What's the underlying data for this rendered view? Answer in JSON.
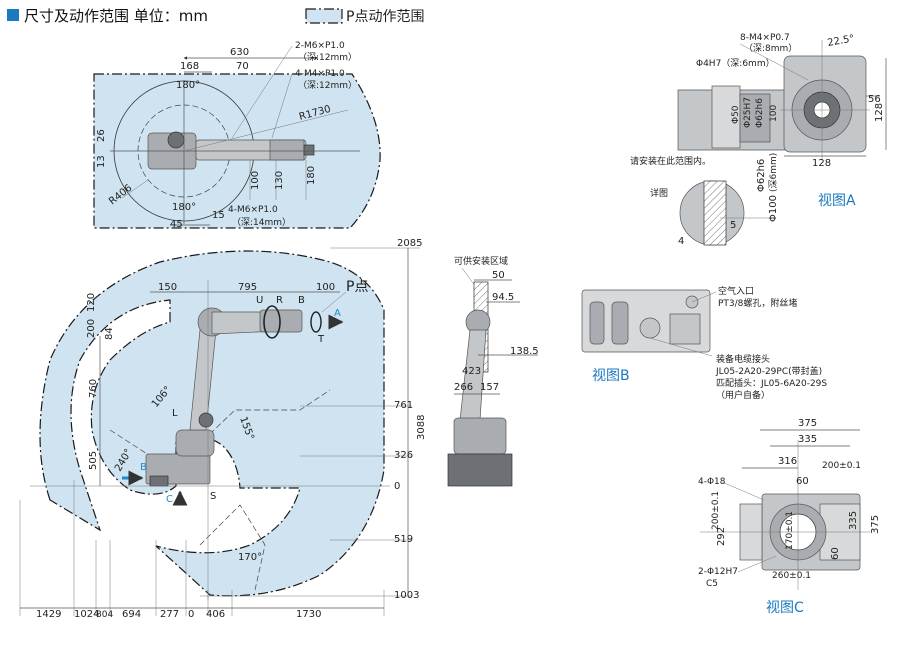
{
  "header": {
    "title": "尺寸及动作范围 单位：mm",
    "legend_label": "P点动作范围",
    "accent_color": "#1a7ac0",
    "zone_color": "#cfe3f1"
  },
  "top_view": {
    "dims": [
      "630",
      "168",
      "70",
      "180°",
      "180°",
      "26",
      "13",
      "R406",
      "R1730",
      "45",
      "15",
      "100",
      "130",
      "180"
    ],
    "notes": [
      "2-M6×P1.0",
      "（深:12mm）",
      "4-M4×P1.0",
      "（深:12mm）",
      "4-M6×P1.0",
      "（深:14mm）"
    ]
  },
  "side_view": {
    "dims_top": [
      "150",
      "795",
      "100",
      "120",
      "200",
      "84"
    ],
    "p_label": "P点",
    "axis_labels": [
      "U",
      "R",
      "B",
      "T",
      "L",
      "S",
      "A",
      "B",
      "C"
    ],
    "angles": [
      "106°",
      "155°",
      "240°",
      "170°"
    ],
    "dims_left": [
      "760",
      "505"
    ],
    "dims_right": [
      "2085",
      "3088",
      "761",
      "326",
      "0",
      "519",
      "1003"
    ],
    "dims_bottom": [
      "1429",
      "1024",
      "804",
      "694",
      "277",
      "0",
      "406",
      "1730"
    ]
  },
  "detail_view": {
    "label": "可供安装区域",
    "dims": [
      "50",
      "94.5",
      "138.5",
      "423",
      "266",
      "157"
    ]
  },
  "view_a": {
    "caption": "视图A",
    "notes": [
      "8-M4×P0.7",
      "（深:8mm）",
      "Φ4H7（深:6mm）",
      "请安装在此范围内。",
      "详图"
    ],
    "dims": [
      "22.5°",
      "Φ50",
      "Φ25H7",
      "Φ62h6",
      "100",
      "56",
      "128",
      "128",
      "Φ62h6",
      "(深6mm)",
      "Φ100",
      "5",
      "4"
    ]
  },
  "view_b": {
    "caption": "视图B",
    "notes": [
      "空气入口",
      "PT3/8螺孔，附丝堵",
      "装备电缆接头",
      "JL05-2A20-29PC(带封盖)",
      "匹配插头：JL05-6A20-29S",
      "（用户自备）"
    ]
  },
  "view_c": {
    "caption": "视图C",
    "dims": [
      "375",
      "335",
      "316",
      "200±0.1",
      "60",
      "200±0.1",
      "292",
      "170±0.1",
      "335",
      "375",
      "60",
      "260±0.1"
    ],
    "notes": [
      "4-Φ18",
      "2-Φ12H7",
      "C5"
    ]
  }
}
